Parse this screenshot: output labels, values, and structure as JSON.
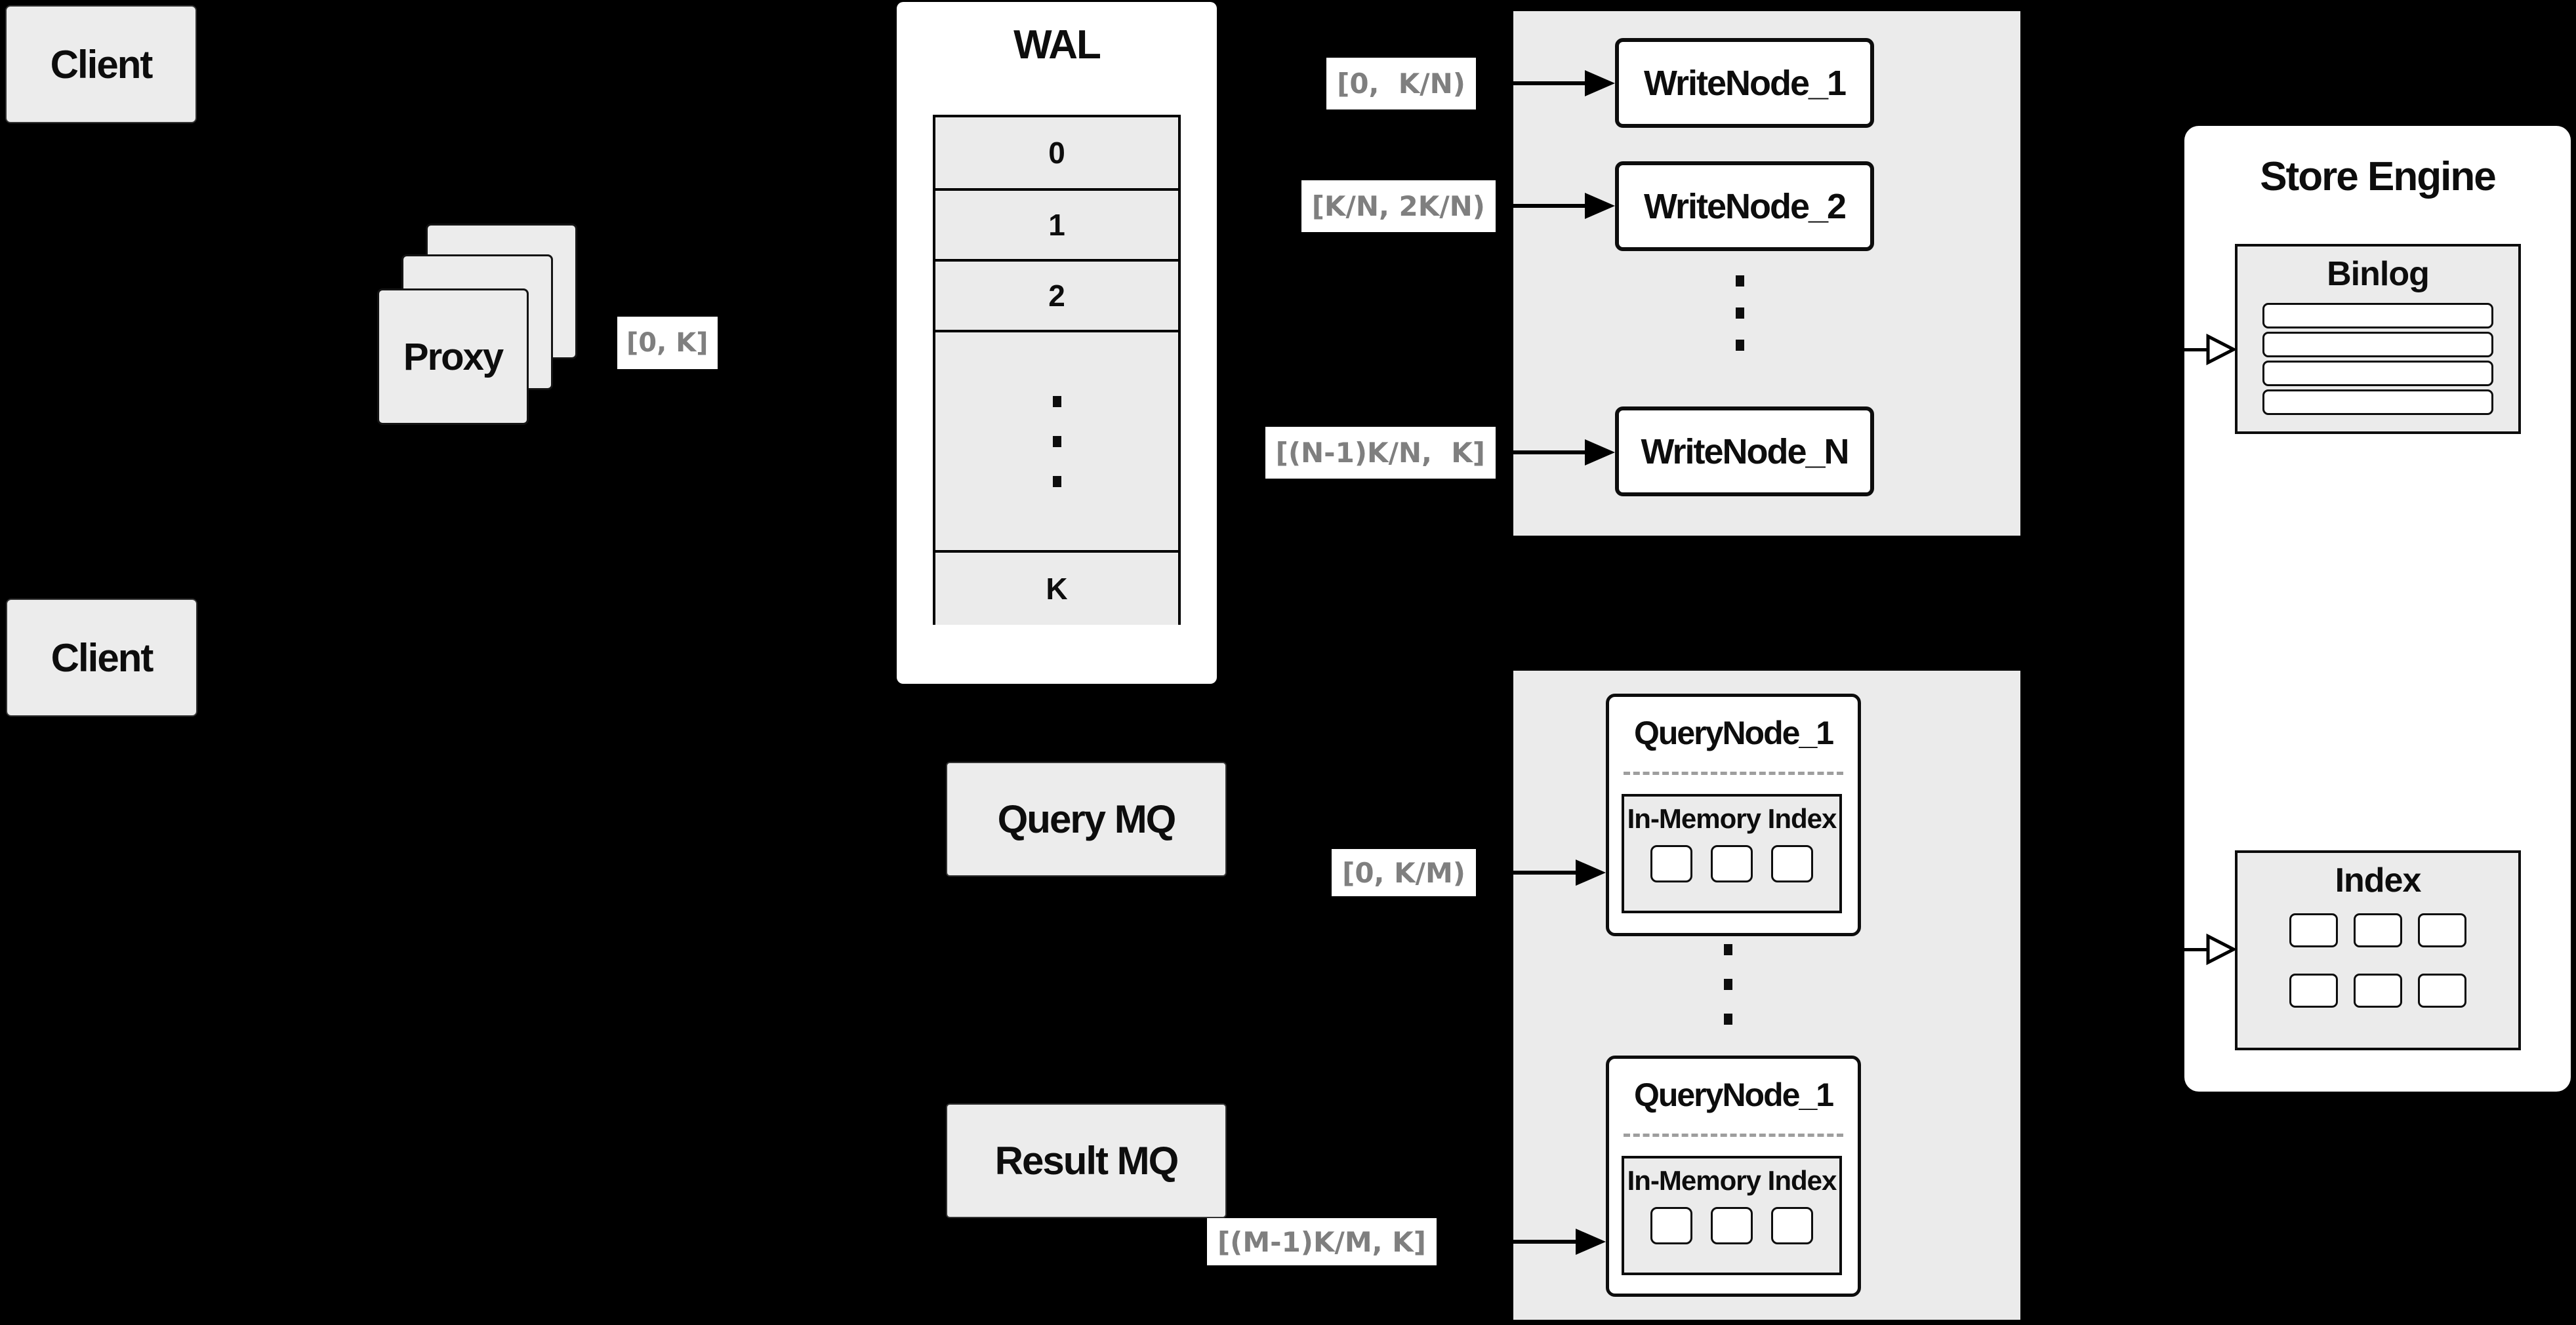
{
  "clients": {
    "top": "Client",
    "bottom": "Client"
  },
  "proxy": {
    "label": "Proxy"
  },
  "ranges": {
    "proxy": "[0, K]",
    "wn1": "[0,  K/N)",
    "wn2": "[K/N, 2K/N)",
    "wnN": "[(N-1)K/N,  K]",
    "qn_top": "[0, K/M)",
    "qn_bottom": "[(M-1)K/M, K]"
  },
  "wal": {
    "title": "WAL",
    "rows": [
      "0",
      "1",
      "2"
    ],
    "last_row": "K"
  },
  "write_nodes": {
    "n1": "WriteNode_1",
    "n2": "WriteNode_2",
    "nN": "WriteNode_N"
  },
  "mq": {
    "query": "Query MQ",
    "result": "Result MQ"
  },
  "query_nodes": {
    "top": {
      "title": "QueryNode_1",
      "inner_title": "In-Memory Index"
    },
    "bottom": {
      "title": "QueryNode_1",
      "inner_title": "In-Memory Index"
    }
  },
  "store": {
    "title": "Store Engine",
    "binlog_title": "Binlog",
    "index_title": "Index"
  },
  "colors": {
    "background": "#000000",
    "panel_gray": "#ebebeb",
    "box_gray": "#ececec",
    "box_white": "#ffffff",
    "border_black": "#0d0d0d",
    "range_label_text": "#7f7f7f"
  }
}
